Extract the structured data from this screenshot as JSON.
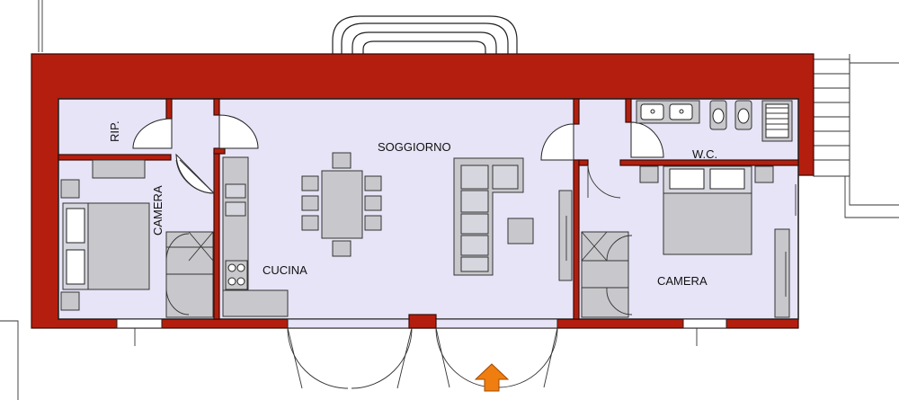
{
  "colors": {
    "wall": "#b41e0e",
    "floor": "#e6e4f6",
    "furniture": "#c8c8cc",
    "arrow": "#f07d0f"
  },
  "rooms": {
    "ripostiglio": "RIP.",
    "camera_left": "CAMERA",
    "soggiorno": "SOGGIORNO",
    "cucina": "CUCINA",
    "wc": "W.C.",
    "camera_right": "CAMERA"
  },
  "icons": {
    "entrance": "entrance-arrow-icon"
  }
}
